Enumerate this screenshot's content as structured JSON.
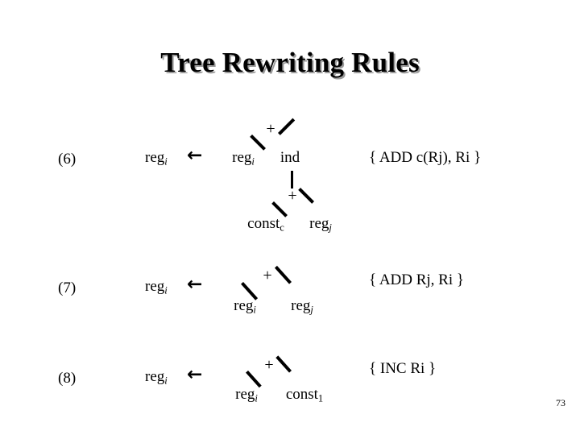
{
  "slide": {
    "title": "Tree Rewriting Rules",
    "page_number": "73",
    "background_color": "#ffffff",
    "text_color": "#000000",
    "title_shadow_color": "#9a9a9a"
  },
  "rules": [
    {
      "number": "(6)",
      "lhs": "reg",
      "lhs_sub": "i",
      "arrow": "←",
      "action": "{ ADD  c(Rj), Ri }",
      "tree": {
        "root": "+",
        "children": [
          "reg",
          "ind"
        ],
        "nested": {
          "parent": "ind",
          "root": "+",
          "children": [
            "const",
            "reg"
          ]
        }
      },
      "nodes": [
        {
          "label": "+",
          "sub": "",
          "italic_sub": false
        },
        {
          "label": "reg",
          "sub": "i",
          "italic_sub": true
        },
        {
          "label": "ind",
          "sub": "",
          "italic_sub": false
        },
        {
          "label": "+",
          "sub": "",
          "italic_sub": false
        },
        {
          "label": "const",
          "sub": "c",
          "italic_sub": false
        },
        {
          "label": "reg",
          "sub": "j",
          "italic_sub": true
        }
      ]
    },
    {
      "number": "(7)",
      "lhs": "reg",
      "lhs_sub": "i",
      "arrow": "←",
      "action": "{ ADD  Rj, Ri }",
      "tree": {
        "root": "+",
        "children": [
          "reg",
          "reg"
        ]
      },
      "nodes": [
        {
          "label": "+",
          "sub": "",
          "italic_sub": false
        },
        {
          "label": "reg",
          "sub": "i",
          "italic_sub": true
        },
        {
          "label": "reg",
          "sub": "j",
          "italic_sub": true
        }
      ]
    },
    {
      "number": "(8)",
      "lhs": "reg",
      "lhs_sub": "i",
      "arrow": "←",
      "action": "{ INC  Ri }",
      "tree": {
        "root": "+",
        "children": [
          "reg",
          "const"
        ]
      },
      "nodes": [
        {
          "label": "+",
          "sub": "",
          "italic_sub": false
        },
        {
          "label": "reg",
          "sub": "i",
          "italic_sub": true
        },
        {
          "label": "const",
          "sub": "1",
          "italic_sub": false
        }
      ]
    }
  ]
}
